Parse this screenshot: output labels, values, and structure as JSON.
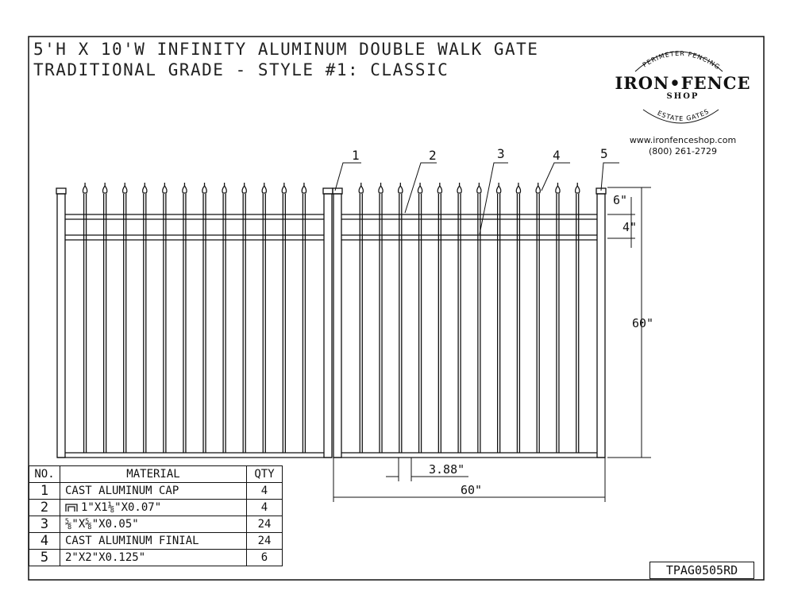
{
  "title": {
    "line1": "5'H X 10'W INFINITY ALUMINUM DOUBLE WALK GATE",
    "line2": "TRADITIONAL GRADE - STYLE #1: CLASSIC"
  },
  "logo": {
    "arc_top": "PERIMETER FENCING",
    "main": "IRON•FENCE",
    "sub": "SHOP",
    "arc_bottom": "ESTATE GATES",
    "website": "www.ironfenceshop.com",
    "phone": "(800) 261-2729"
  },
  "callouts": [
    "1",
    "2",
    "3",
    "4",
    "5"
  ],
  "dimensions": {
    "top_rail_offset": "6\"",
    "rail_spacing": "4\"",
    "height": "60\"",
    "picket_spacing": "3.88\"",
    "leaf_width": "60\""
  },
  "bom": {
    "headers": [
      "NO.",
      "MATERIAL",
      "QTY"
    ],
    "rows": [
      {
        "no": "1",
        "material": "CAST ALUMINUM CAP",
        "qty": "4"
      },
      {
        "no": "2",
        "material": "1\"X1⅛\"X0.07\"",
        "qty": "4",
        "icon": "channel-icon"
      },
      {
        "no": "3",
        "material": "⅝\"X⅝\"X0.05\"",
        "qty": "24"
      },
      {
        "no": "4",
        "material": "CAST ALUMINUM FINIAL",
        "qty": "24"
      },
      {
        "no": "5",
        "material": "2\"X2\"X0.125\"",
        "qty": "6"
      }
    ]
  },
  "drawing_code": "TPAG0505RD"
}
